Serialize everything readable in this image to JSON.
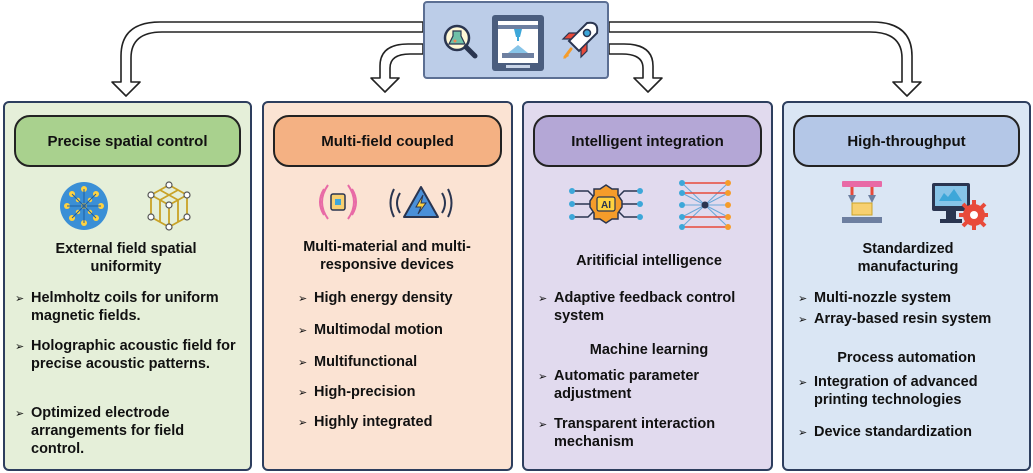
{
  "panels": [
    {
      "title": "Precise spatial control",
      "subtitle": "External field spatial uniformity",
      "bullets": [
        "Helmholtz coils for uniform magnetic fields.",
        "Holographic acoustic field for precise acoustic patterns.",
        "Optimized electrode arrangements for field control."
      ],
      "colors": {
        "bg": "#e5efd9",
        "pill": "#a9d18e"
      }
    },
    {
      "title": "Multi-field coupled",
      "subtitle": "Multi-material and multi-responsive devices",
      "bullets": [
        "High energy density",
        "Multimodal motion",
        "Multifunctional",
        "High-precision",
        "Highly integrated"
      ],
      "colors": {
        "bg": "#fbe3d3",
        "pill": "#f4b183"
      }
    },
    {
      "title": "Intelligent integration",
      "subtitle": "Aritificial intelligence",
      "bullets_a": [
        "Adaptive feedback control system"
      ],
      "subtitle_b": "Machine learning",
      "bullets_b": [
        "Automatic parameter adjustment",
        "Transparent interaction mechanism"
      ],
      "colors": {
        "bg": "#e1daee",
        "pill": "#b4a7d6"
      }
    },
    {
      "title": "High-throughput",
      "subtitle": "Standardized manufacturing",
      "bullets_a": [
        "Multi-nozzle system",
        "Array-based resin system"
      ],
      "subtitle_b": "Process automation",
      "bullets_b": [
        "Integration of advanced printing technologies",
        "Device standardization"
      ],
      "colors": {
        "bg": "#dae6f4",
        "pill": "#b4c7e7"
      }
    }
  ],
  "icons": {
    "top": [
      "magnifier-flask-icon",
      "3d-printer-icon",
      "rocket-icon"
    ],
    "panel1": [
      "atom-lattice-icon",
      "crystal-cube-icon"
    ],
    "panel2": [
      "magnetic-field-icon",
      "electric-field-icon"
    ],
    "panel3": [
      "ai-chip-icon",
      "neural-network-icon"
    ],
    "panel4": [
      "printer-nozzle-icon",
      "computer-gear-icon"
    ]
  }
}
